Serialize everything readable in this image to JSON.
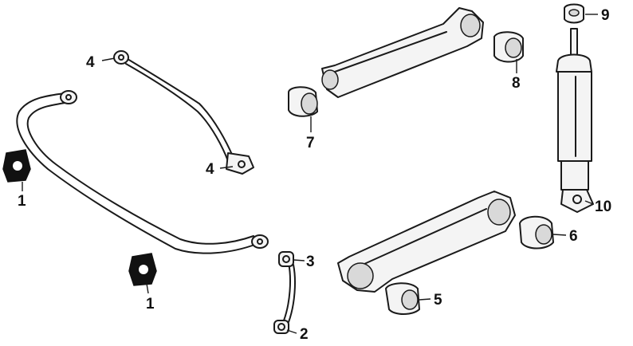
{
  "callouts": [
    {
      "id": "c1a",
      "label": "1"
    },
    {
      "id": "c1b",
      "label": "1"
    },
    {
      "id": "c2",
      "label": "2"
    },
    {
      "id": "c3",
      "label": "3"
    },
    {
      "id": "c4a",
      "label": "4"
    },
    {
      "id": "c4b",
      "label": "4"
    },
    {
      "id": "c5",
      "label": "5"
    },
    {
      "id": "c6",
      "label": "6"
    },
    {
      "id": "c7",
      "label": "7"
    },
    {
      "id": "c8",
      "label": "8"
    },
    {
      "id": "c9",
      "label": "9"
    },
    {
      "id": "c10",
      "label": "10"
    }
  ]
}
